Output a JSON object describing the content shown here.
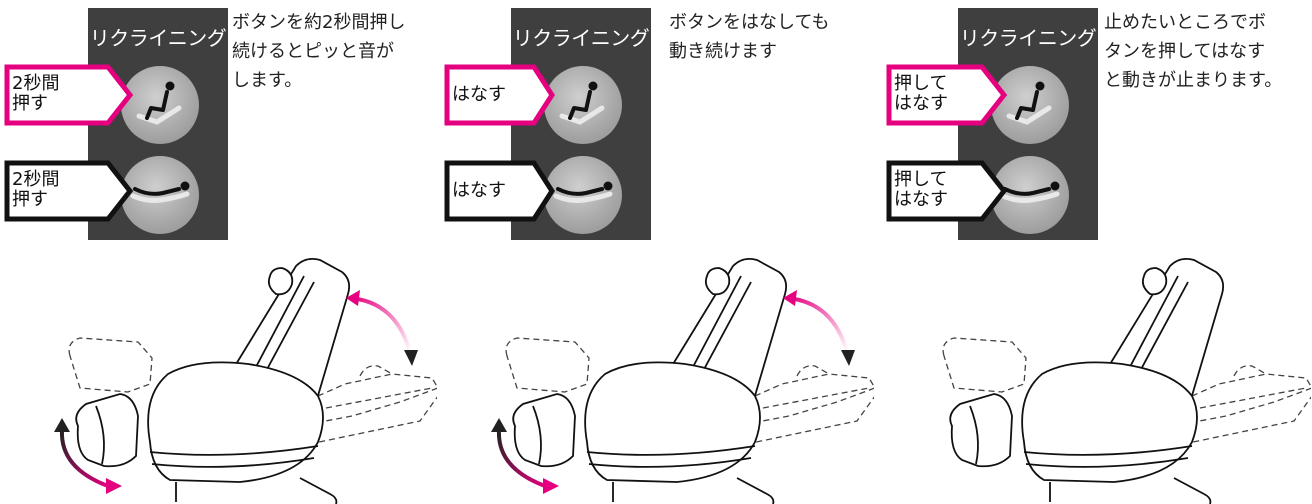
{
  "steps": [
    {
      "panel_title": "リクライニング",
      "description": "ボタンを約2秒間押し\n続けるとピッと音が\nします。",
      "callout_top": "2秒間\n押す",
      "callout_bottom": "2秒間\n押す",
      "callout_top_color": "#e4007f",
      "callout_bottom_color": "#111111",
      "arrows": true
    },
    {
      "panel_title": "リクライニング",
      "description": "ボタンをはなしても\n動き続けます",
      "callout_top": "はなす",
      "callout_bottom": "はなす",
      "callout_top_color": "#e4007f",
      "callout_bottom_color": "#111111",
      "arrows": true
    },
    {
      "panel_title": "リクライニング",
      "description": "止めたいところでボ\nタンを押してはなす\nと動きが止まります。",
      "callout_top": "押して\nはなす",
      "callout_bottom": "押して\nはなす",
      "callout_top_color": "#e4007f",
      "callout_bottom_color": "#111111",
      "arrows": false
    }
  ],
  "icons": {
    "recline_up": "sitting-person-icon",
    "recline_down": "lying-person-icon",
    "chair": "massage-chair-illustration"
  },
  "colors": {
    "panel": "#3f3f3f",
    "accent": "#e4007f",
    "arrow_dark": "#222222"
  }
}
